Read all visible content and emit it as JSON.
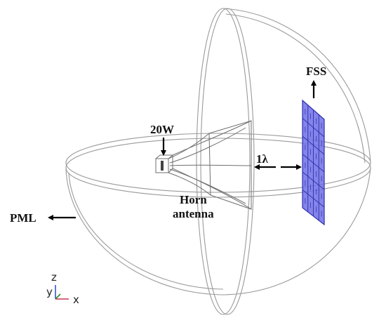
{
  "labels": {
    "source": "20W",
    "fss": "FSS",
    "distance": "1λ",
    "horn_line1": "Horn",
    "horn_line2": "antenna",
    "pml": "PML"
  },
  "axes_triad": {
    "z": "z",
    "y": "y",
    "x": "x"
  },
  "colors": {
    "fss_fill": "#6f6fe6",
    "fss_grid": "#2f2fb0",
    "triad_y": "#2e8b2e",
    "triad_x": "#cc3355",
    "triad_z": "#3355cc"
  }
}
